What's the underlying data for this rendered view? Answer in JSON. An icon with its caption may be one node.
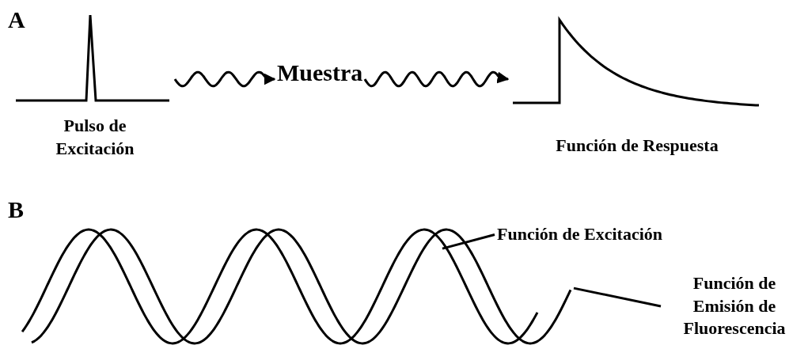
{
  "diagram": {
    "nodes": [
      {
        "text": [],
        "shape": "picture",
        "beside": [
          "Pulso de Excitación"
        ]
      },
      {
        "text": [
          "Muestra"
        ]
      },
      {
        "text": [],
        "shape": "picture",
        "beside": [
          "Función de Respuesta"
        ]
      },
      {
        "text": [
          "Función de Excitación"
        ]
      },
      {
        "text": [
          "Función de Emisión de Fluorescencia"
        ]
      },
      {
        "text": [],
        "shape": "picture"
      },
      {
        "text": [],
        "shape": "picture"
      }
    ],
    "edges": [
      {
        "from": 0,
        "to": 1,
        "arrow": "to"
      },
      {
        "from": 1,
        "to": 2,
        "arrow": "to"
      },
      {
        "from": 3,
        "to": 5,
        "arrow": "none"
      },
      {
        "from": 4,
        "to": 6,
        "arrow": "none"
      }
    ],
    "labels": [
      "A",
      "B"
    ]
  }
}
